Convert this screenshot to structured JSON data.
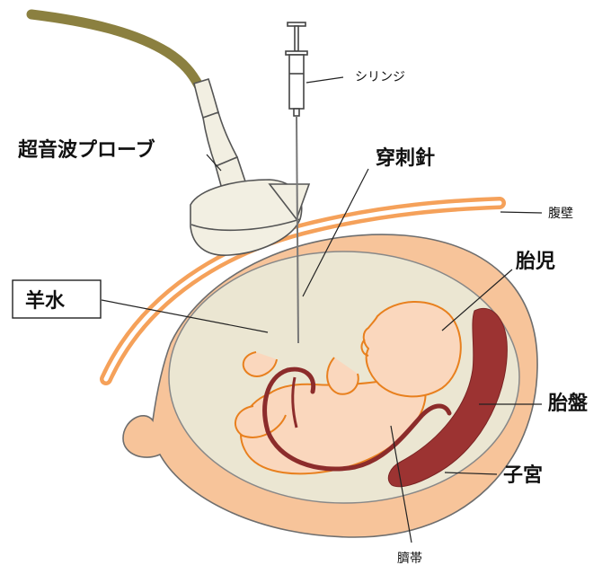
{
  "labels": {
    "syringe": "シリンジ",
    "probe": "超音波プローブ",
    "needle": "穿刺針",
    "abdominal_wall": "腹壁",
    "fetus": "胎児",
    "amniotic_fluid": "羊水",
    "placenta": "胎盤",
    "uterus": "子宮",
    "umbilical_cord": "臍帯"
  },
  "colors": {
    "cable": "#8b8040",
    "probe_body": "#f2efe2",
    "probe_outline": "#555555",
    "abdominal_wall": "#f5a15a",
    "uterus_wall": "#f7c49a",
    "uterus_outline": "#6e6e6e",
    "amniotic_fluid": "#ebe6d2",
    "fetus_fill": "#fad7bd",
    "fetus_outline": "#e8801e",
    "placenta": "#9c3332",
    "umbilical_cord": "#8c2c2b",
    "leader_line": "#222222"
  }
}
